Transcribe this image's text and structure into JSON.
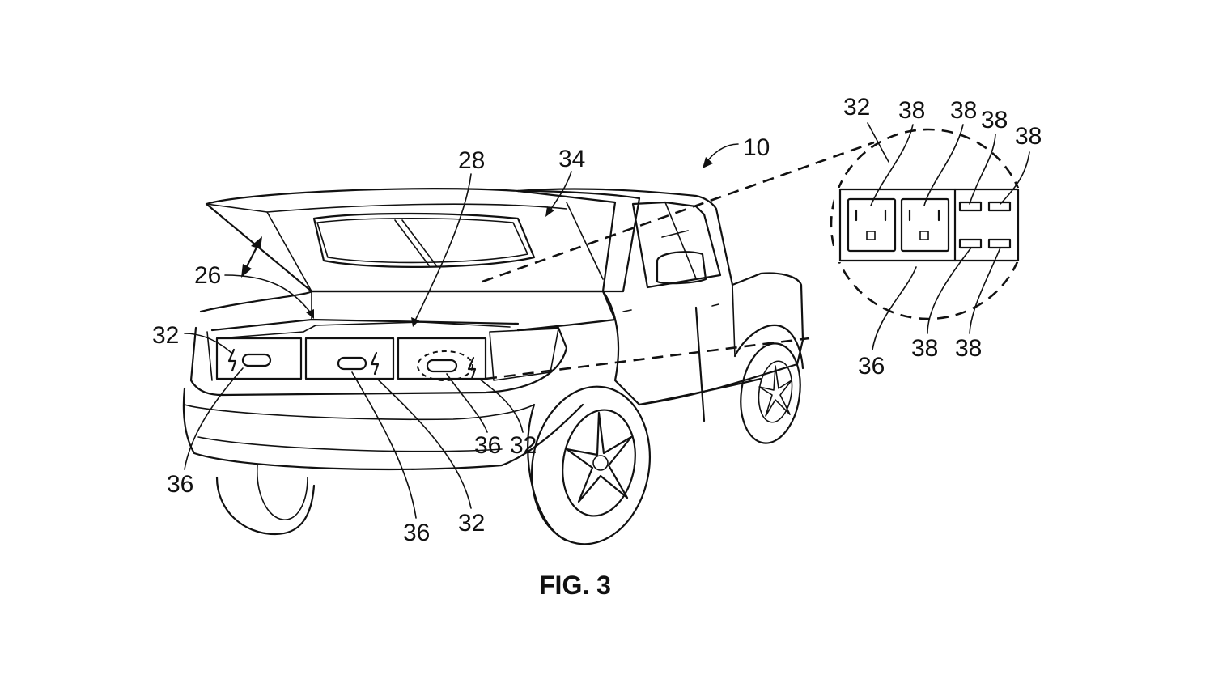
{
  "figure": {
    "caption": "FIG. 3",
    "labels": {
      "vehicle": "10",
      "frunk": "26",
      "divider": "28",
      "hood": "34",
      "left_outlet_panel": "32",
      "left_plug": "36",
      "center_plug": "36",
      "center_outlet_panel": "32",
      "right_plug": "36",
      "right_outlet_panel": "32",
      "detail_panel": "32",
      "detail_outlet_1": "38",
      "detail_outlet_2": "38",
      "detail_usb_top_left": "38",
      "detail_usb_top_right": "38",
      "detail_plug": "36",
      "detail_usb_bottom_left": "38",
      "detail_usb_bottom_right": "38"
    }
  }
}
